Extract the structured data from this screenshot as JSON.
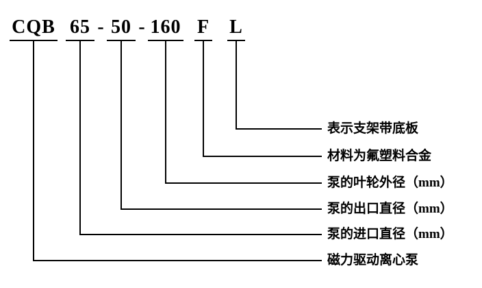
{
  "model_code": {
    "separator": "-",
    "segments": [
      {
        "text": "CQB",
        "label": "磁力驱动离心泵"
      },
      {
        "text": "65",
        "label": "泵的进口直径（mm）"
      },
      {
        "text": "50",
        "label": "泵的出口直径（mm）"
      },
      {
        "text": "160",
        "label": "泵的叶轮外径（mm）"
      },
      {
        "text": "F",
        "label": "材料为氟塑料合金"
      },
      {
        "text": "L",
        "label": "表示支架带底板"
      }
    ]
  }
}
